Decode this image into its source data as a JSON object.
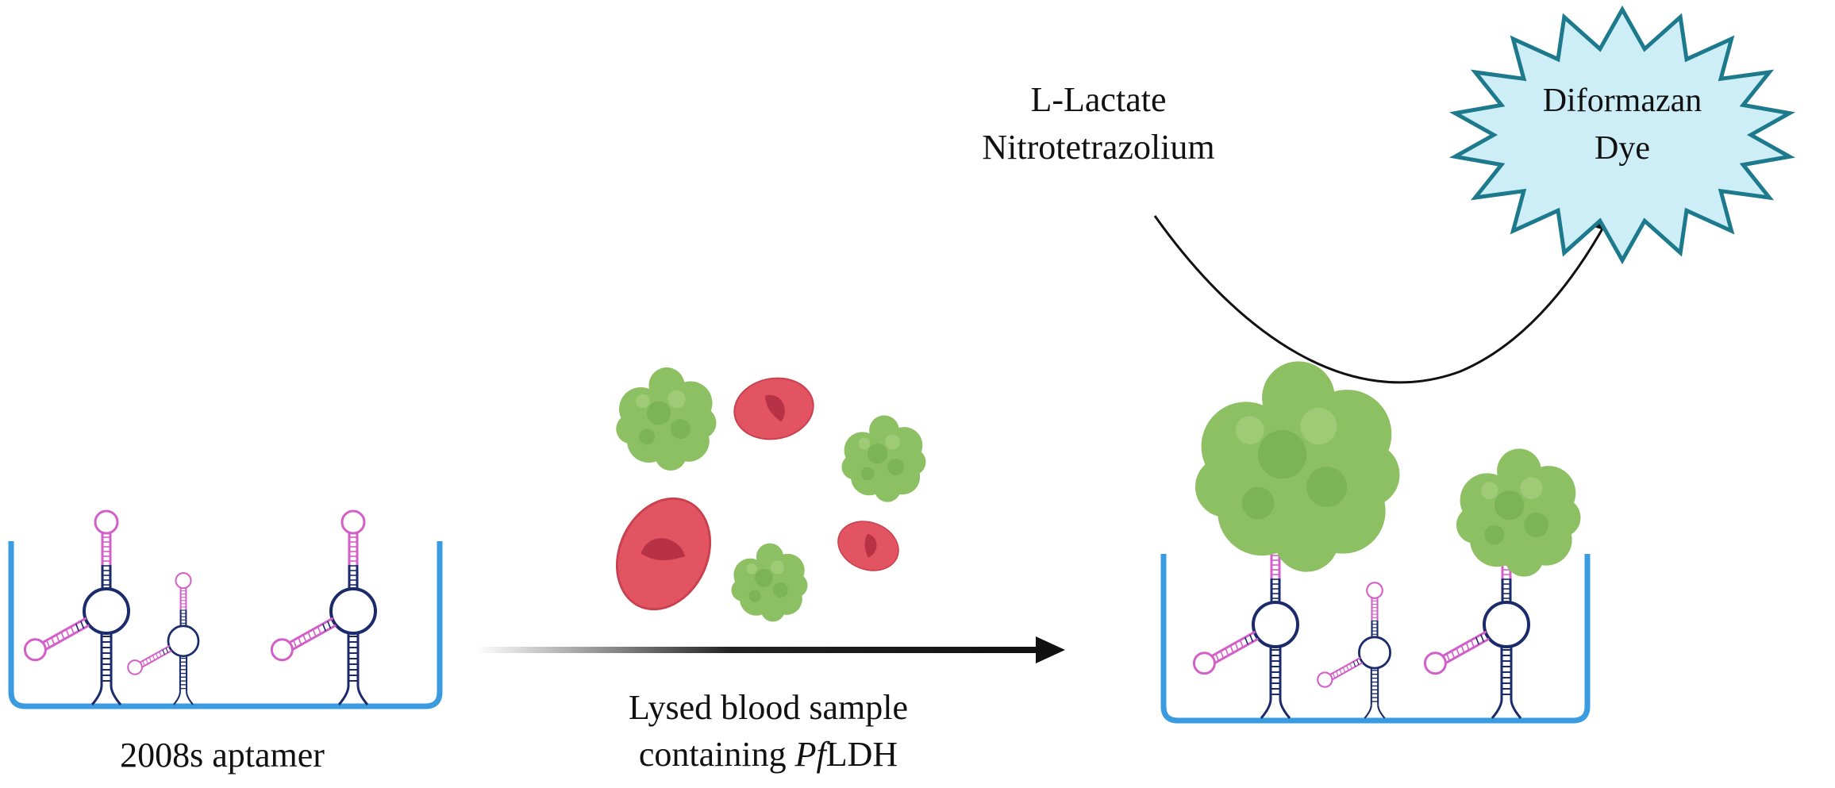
{
  "labels": {
    "aptamer": "2008s aptamer",
    "sample_line1": "Lysed blood sample",
    "sample_line2_prefix": "containing ",
    "sample_line2_italic": "Pf",
    "sample_line2_suffix": "LDH",
    "substrate_line1": "L-Lactate",
    "substrate_line2": "Nitrotetrazolium",
    "product_line1": "Diformazan",
    "product_line2": "Dye"
  },
  "colors": {
    "well": "#3a9be0",
    "aptamer_stem": "#1b2a6b",
    "aptamer_loop": "#d35fc8",
    "protein": "#8cc063",
    "protein_dark": "#6ea84a",
    "rbc": "#e35463",
    "rbc_center": "#b83246",
    "starburst_fill": "#cdeef6",
    "starburst_stroke": "#1d7a8c",
    "arrow": "#111111"
  }
}
